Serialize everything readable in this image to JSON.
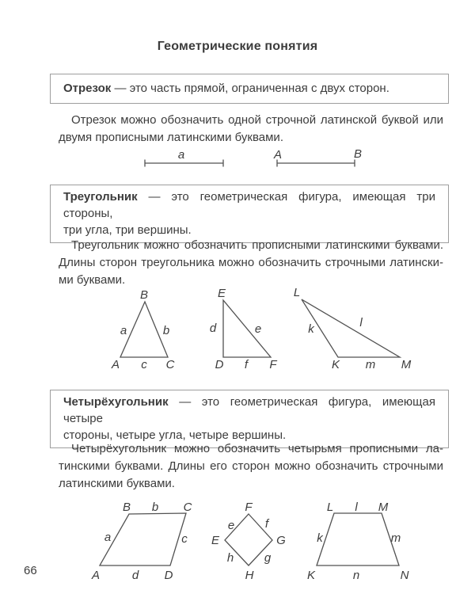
{
  "colors": {
    "bg": "#ffffff",
    "text": "#3c3c3c",
    "box-border": "#9e9e9e",
    "line": "#525252"
  },
  "title": "Геометрические понятия",
  "page_number": "66",
  "definition_boxes": {
    "segment": {
      "term": "Отрезок",
      "line1_rest": " — это часть прямой, ограниченная с двух сторон."
    },
    "triangle": {
      "term": "Треугольник",
      "line1_rest": " — это геометрическая фигура, имеющая три стороны,",
      "line2": "три угла, три вершины."
    },
    "quadrilateral": {
      "term": "Четырёхугольник",
      "line1_rest": " — это геометрическая фигура, имеющая четыре",
      "line2": "стороны, четыре угла, четыре вершины."
    }
  },
  "paragraphs": {
    "segment": {
      "lines": [
        "Отрезок можно обозначить одной строчной латинской буквой или",
        "двумя прописными латинскими буквами."
      ]
    },
    "triangle": {
      "lines": [
        "Треугольник можно обозначить прописными латинскими буквами.",
        "Длины сторон треугольника можно обозначить строчными латински-",
        "ми буквами."
      ]
    },
    "quadrilateral": {
      "lines": [
        "Четырёхугольник можно обозначить четырьмя прописными ла-",
        "тинскими буквами. Длины его сторон можно обозначить строчными",
        "латинскими буквами."
      ]
    }
  },
  "figures": {
    "segment_lowercase": {
      "label": "a"
    },
    "segment_uppercase": {
      "start": "A",
      "end": "B"
    },
    "triangle_abc": {
      "apex": "B",
      "bottom_left": "A",
      "bottom_right": "C",
      "side_left": "a",
      "side_right": "b",
      "side_bottom": "c"
    },
    "triangle_def": {
      "apex": "E",
      "bottom_left": "D",
      "bottom_right": "F",
      "side_left": "d",
      "side_right": "e",
      "side_bottom": "f"
    },
    "triangle_klm": {
      "apex": "L",
      "bottom_left": "K",
      "bottom_right": "M",
      "side_left": "k",
      "side_right": "l",
      "side_bottom": "m"
    },
    "quad_abcd": {
      "top_left": "B",
      "top_right": "C",
      "bottom_left": "A",
      "bottom_right": "D",
      "side_left": "a",
      "side_top": "b",
      "side_right": "c",
      "side_bottom": "d"
    },
    "quad_efgh": {
      "top": "F",
      "right": "G",
      "bottom": "H",
      "left": "E",
      "side_top_left": "e",
      "side_top_right": "f",
      "side_bottom_right": "g",
      "side_bottom_left": "h"
    },
    "quad_klmn": {
      "top_left": "L",
      "top_right": "M",
      "bottom_left": "K",
      "bottom_right": "N",
      "side_left": "k",
      "side_top": "l",
      "side_right": "m",
      "side_bottom": "n"
    }
  }
}
